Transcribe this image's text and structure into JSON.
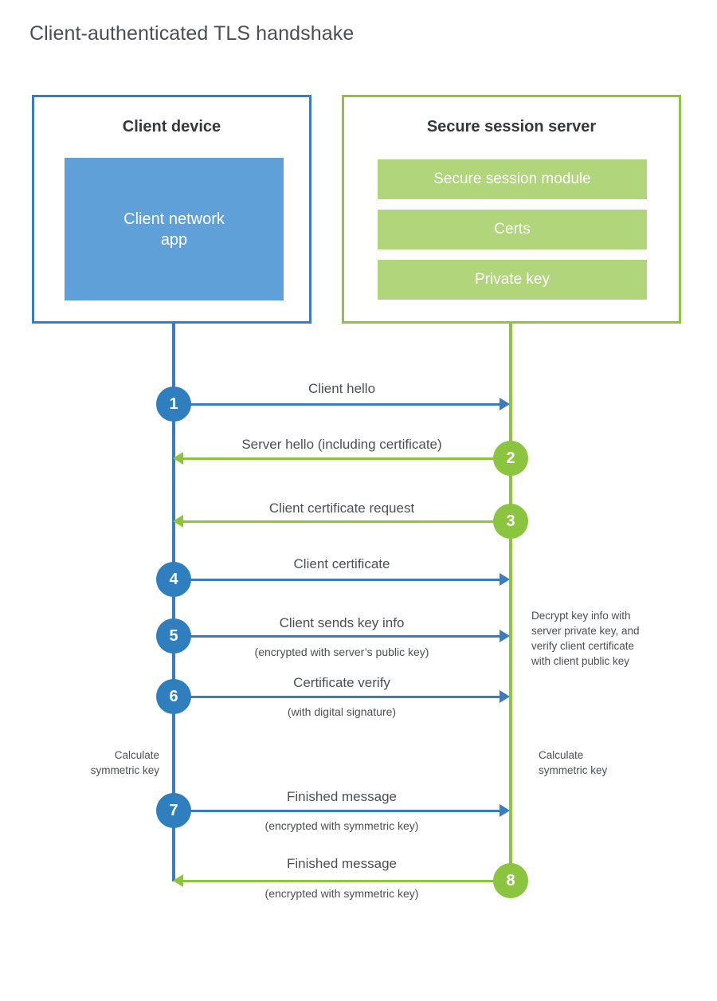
{
  "title": "Client-authenticated TLS handshake",
  "colors": {
    "client_blue": "#3a7dbe",
    "client_circle": "#2f7fbf",
    "client_app_fill": "#60a0d8",
    "server_green": "#8fc33f",
    "server_circle": "#8bc53f",
    "server_module_fill": "#b0d57a",
    "text": "#4a4f54",
    "background": "#ffffff"
  },
  "client": {
    "box_title": "Client device",
    "app_label": "Client network\napp",
    "app_label_line1": "Client network",
    "app_label_line2": "app",
    "note": "Calculate\nsymmetric key",
    "note_line1": "Calculate",
    "note_line2": "symmetric key"
  },
  "server": {
    "box_title": "Secure session server",
    "modules": [
      {
        "label": "Secure session module"
      },
      {
        "label": "Certs"
      },
      {
        "label": "Private key"
      }
    ],
    "note_decrypt": "Decrypt key info with server private key, and verify client certificate with client public key",
    "note_decrypt_lines": [
      "Decrypt key info with",
      "server private key, and",
      "verify client certificate",
      "with client public key"
    ],
    "note_calculate": "Calculate\nsymmetric key",
    "note_calculate_line1": "Calculate",
    "note_calculate_line2": "symmetric key"
  },
  "steps": [
    {
      "number": "1",
      "label": "Client hello",
      "sub": "",
      "from": "client",
      "to": "server",
      "direction": "right"
    },
    {
      "number": "2",
      "label": "Server hello (including certificate)",
      "sub": "",
      "from": "server",
      "to": "client",
      "direction": "left"
    },
    {
      "number": "3",
      "label": "Client certificate request",
      "sub": "",
      "from": "server",
      "to": "client",
      "direction": "left"
    },
    {
      "number": "4",
      "label": "Client certificate",
      "sub": "",
      "from": "client",
      "to": "server",
      "direction": "right"
    },
    {
      "number": "5",
      "label": "Client sends key info",
      "sub": "(encrypted with server’s public key)",
      "from": "client",
      "to": "server",
      "direction": "right"
    },
    {
      "number": "6",
      "label": "Certificate verify",
      "sub": "(with digital signature)",
      "from": "client",
      "to": "server",
      "direction": "right"
    },
    {
      "number": "7",
      "label": "Finished message",
      "sub": "(encrypted with symmetric key)",
      "from": "client",
      "to": "server",
      "direction": "right"
    },
    {
      "number": "8",
      "label": "Finished message",
      "sub": "(encrypted with symmetric key)",
      "from": "server",
      "to": "client",
      "direction": "left"
    }
  ]
}
